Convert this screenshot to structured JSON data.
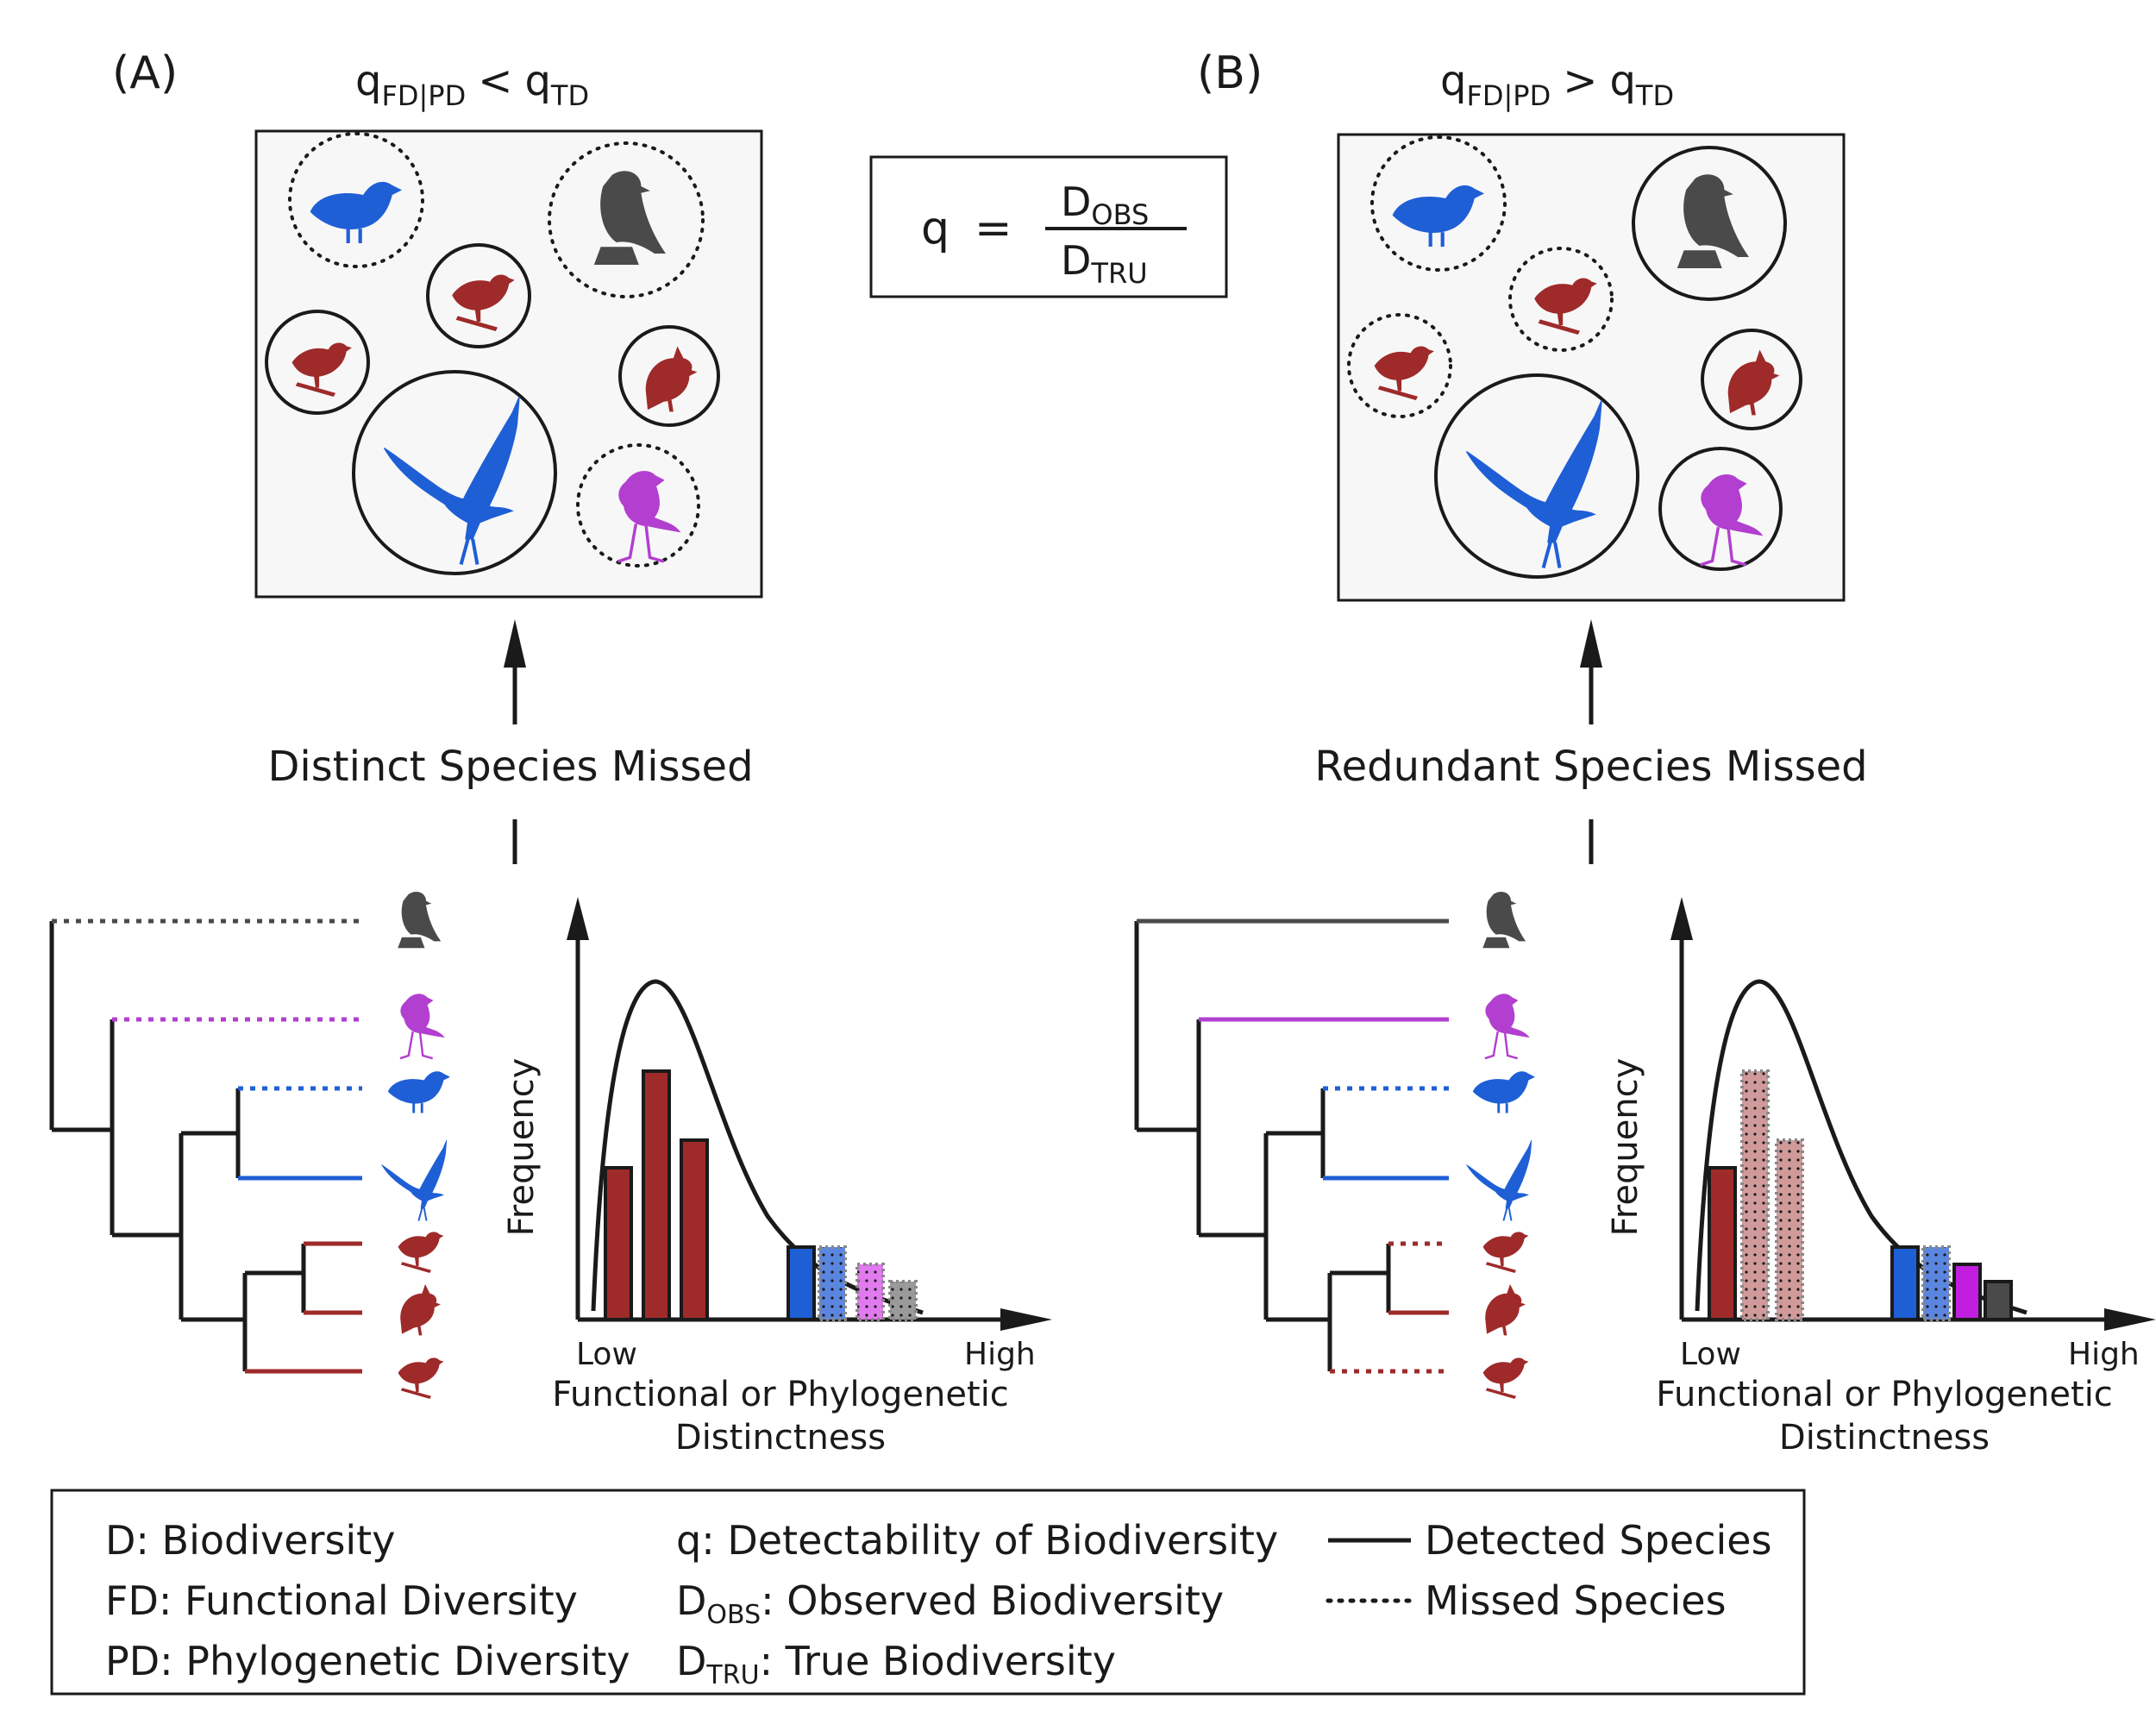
{
  "panel_a": {
    "label": "(A)",
    "title": {
      "q": "q",
      "sub1": "FD|PD",
      "op": "<",
      "q2": "q",
      "sub2": "TD"
    },
    "arrow_label": "Distinct Species Missed"
  },
  "panel_b": {
    "label": "(B)",
    "title": {
      "q": "q",
      "sub1": "FD|PD",
      "op": ">",
      "q2": "q",
      "sub2": "TD"
    },
    "arrow_label": "Redundant Species Missed"
  },
  "formula": {
    "lhs": "q",
    "eq": "=",
    "num": "D",
    "num_sub": "OBS",
    "den": "D",
    "den_sub": "TRU"
  },
  "chart_axes": {
    "ylabel": "Frequency",
    "x_low": "Low",
    "x_high": "High",
    "xlabel_line1": "Functional or Phylogenetic",
    "xlabel_line2": "Distinctness"
  },
  "legend": {
    "d": "D: Biodiversity",
    "fd": "FD: Functional Diversity",
    "pd": "PD: Phylogenetic Diversity",
    "q": "q: Detectability of Biodiversity",
    "dobs_main": "D",
    "dobs_sub": "OBS",
    "dobs_rest": ": Observed Biodiversity",
    "dtru_main": "D",
    "dtru_sub": "TRU",
    "dtru_rest": ": True Biodiversity",
    "detected": "Detected Species",
    "missed": "Missed Species"
  },
  "colors": {
    "grey": "#4a4a4a",
    "purple": "#b23fcf",
    "blue": "#1f5fd6",
    "red": "#9e2a2a",
    "magenta": "#c11ee0"
  }
}
